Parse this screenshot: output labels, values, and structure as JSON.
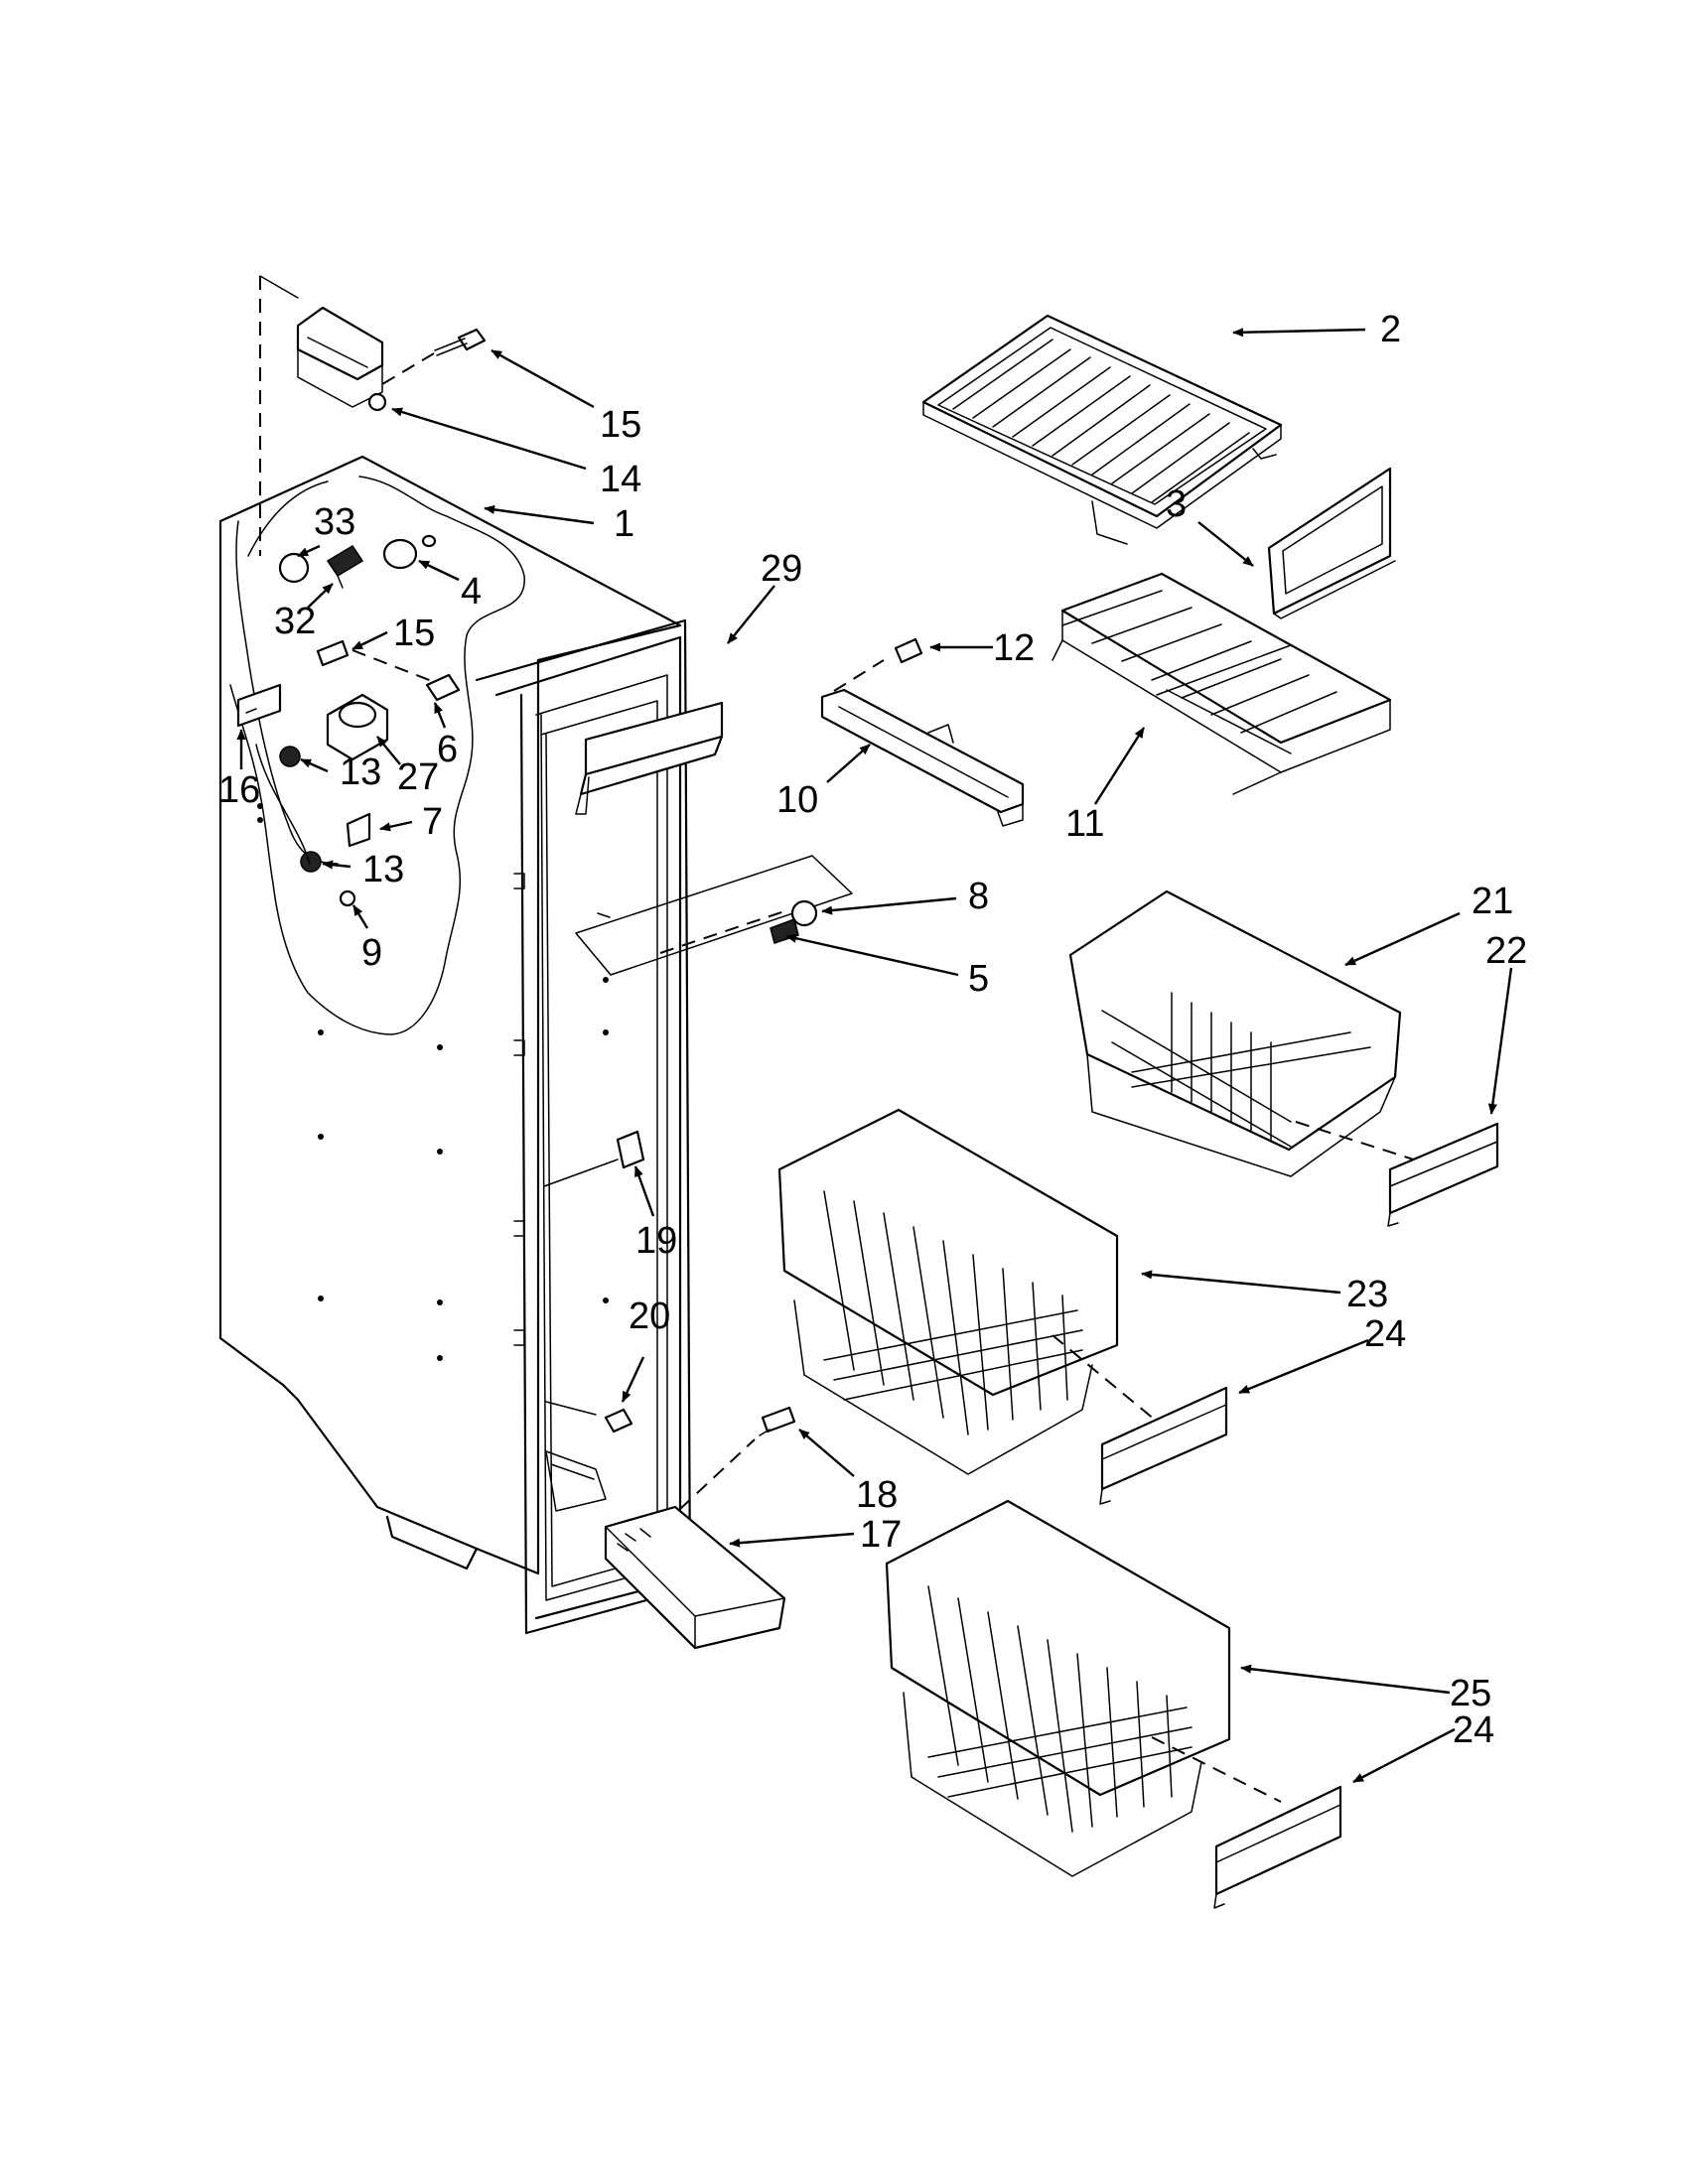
{
  "callouts": [
    {
      "id": "c1",
      "text": "1"
    },
    {
      "id": "c2",
      "text": "2"
    },
    {
      "id": "c3",
      "text": "3"
    },
    {
      "id": "c4",
      "text": "4"
    },
    {
      "id": "c5",
      "text": "5"
    },
    {
      "id": "c6",
      "text": "6"
    },
    {
      "id": "c7",
      "text": "7"
    },
    {
      "id": "c8",
      "text": "8"
    },
    {
      "id": "c9",
      "text": "9"
    },
    {
      "id": "c10",
      "text": "10"
    },
    {
      "id": "c11",
      "text": "11"
    },
    {
      "id": "c12",
      "text": "12"
    },
    {
      "id": "c13a",
      "text": "13"
    },
    {
      "id": "c13b",
      "text": "13"
    },
    {
      "id": "c14",
      "text": "14"
    },
    {
      "id": "c15a",
      "text": "15"
    },
    {
      "id": "c15b",
      "text": "15"
    },
    {
      "id": "c16",
      "text": "16"
    },
    {
      "id": "c17",
      "text": "17"
    },
    {
      "id": "c18",
      "text": "18"
    },
    {
      "id": "c19",
      "text": "19"
    },
    {
      "id": "c20",
      "text": "20"
    },
    {
      "id": "c21",
      "text": "21"
    },
    {
      "id": "c22",
      "text": "22"
    },
    {
      "id": "c23",
      "text": "23"
    },
    {
      "id": "c24a",
      "text": "24"
    },
    {
      "id": "c24b",
      "text": "24"
    },
    {
      "id": "c25",
      "text": "25"
    },
    {
      "id": "c27",
      "text": "27"
    },
    {
      "id": "c29",
      "text": "29"
    },
    {
      "id": "c32",
      "text": "32"
    },
    {
      "id": "c33",
      "text": "33"
    }
  ]
}
